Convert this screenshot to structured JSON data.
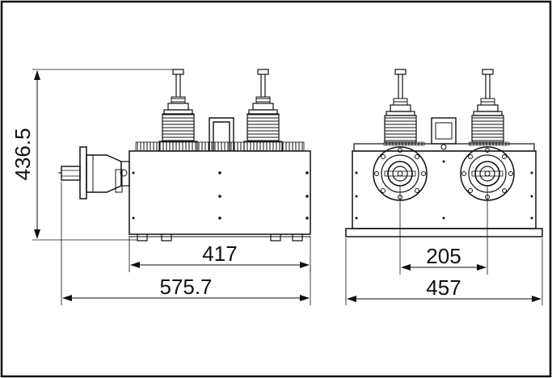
{
  "drawing": {
    "dimensions": {
      "height_side": "436.5",
      "body_length": "417",
      "total_length": "575.7",
      "pole_spacing": "205",
      "front_width": "457"
    },
    "colors": {
      "line": "#111111",
      "background": "#ffffff"
    }
  }
}
